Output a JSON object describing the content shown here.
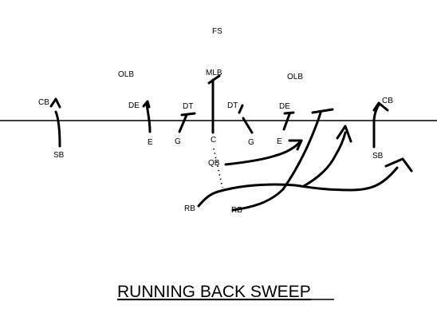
{
  "title": "RUNNING BACK SWEEP",
  "defense": {
    "fs": "FS",
    "olb_left": "OLB",
    "mlb": "MLB",
    "olb_right": "OLB",
    "cb_left": "CB",
    "de_left": "DE",
    "dt_left": "DT",
    "dt_right": "DT",
    "de_right": "DE",
    "cb_right": "CB"
  },
  "offense": {
    "sb_left": "SB",
    "e_left": "E",
    "g_left": "G",
    "c": "C",
    "g_right": "G",
    "e_right": "E",
    "sb_right": "SB",
    "qb": "QB",
    "rb_left": "RB",
    "rb_right": "RB"
  }
}
